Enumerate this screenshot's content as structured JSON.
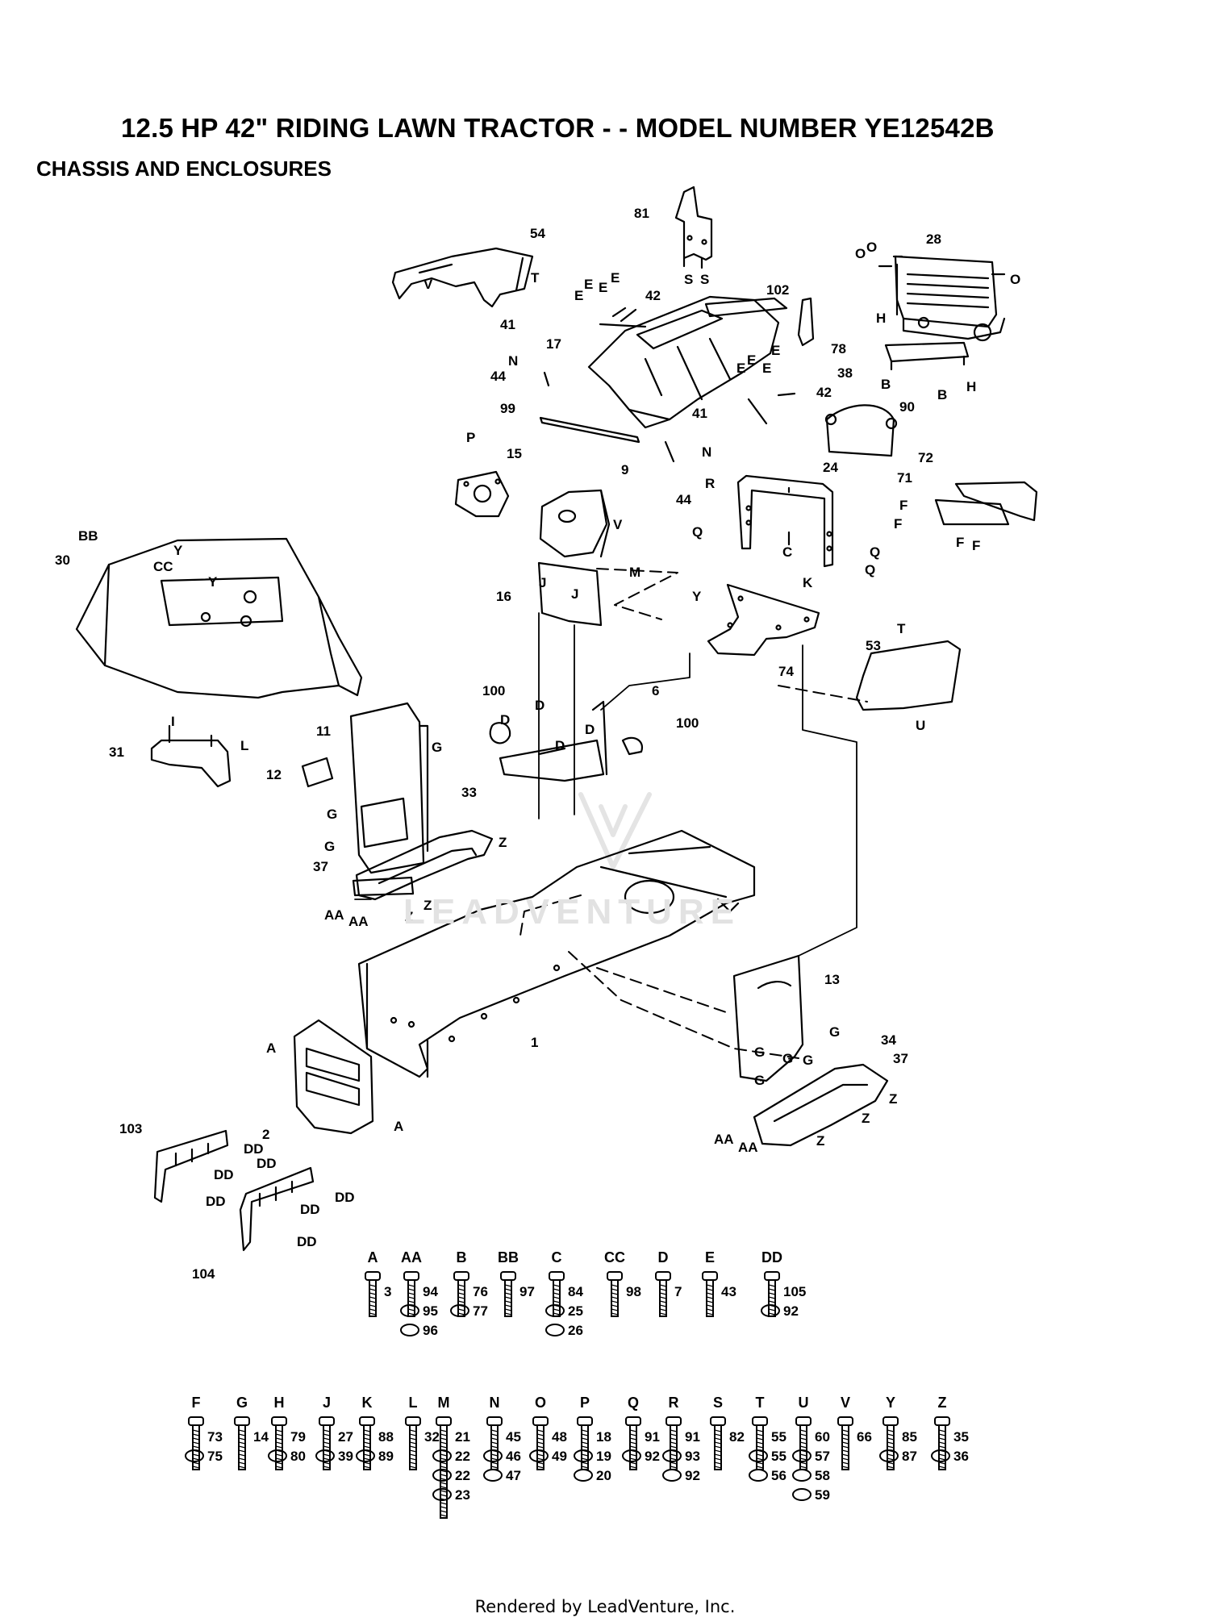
{
  "title": "12.5 HP 42\" RIDING LAWN TRACTOR - - MODEL NUMBER  YE12542B",
  "subtitle": "CHASSIS AND ENCLOSURES",
  "footer": "Rendered by LeadVenture, Inc.",
  "watermark": "LEADVENTURE",
  "callouts": [
    "54",
    "81",
    "28",
    "102",
    "42",
    "41",
    "17",
    "44",
    "78",
    "38",
    "99",
    "90",
    "15",
    "9",
    "24",
    "72",
    "71",
    "BB",
    "30",
    "CC",
    "16",
    "74",
    "53",
    "100",
    "6",
    "31",
    "11",
    "12",
    "33",
    "37",
    "AA",
    "13",
    "34",
    "1",
    "103",
    "2",
    "104"
  ],
  "reference_letters": [
    "V",
    "T",
    "S",
    "E",
    "N",
    "O",
    "H",
    "B",
    "P",
    "R",
    "Q",
    "C",
    "F",
    "Y",
    "M",
    "K",
    "J",
    "D",
    "U",
    "L",
    "G",
    "Z",
    "I",
    "A",
    "DD"
  ],
  "hardware_row1": [
    {
      "letter": "A",
      "parts": [
        "3"
      ]
    },
    {
      "letter": "AA",
      "parts": [
        "94",
        "95",
        "96"
      ]
    },
    {
      "letter": "B",
      "parts": [
        "76",
        "77"
      ]
    },
    {
      "letter": "BB",
      "parts": [
        "97"
      ]
    },
    {
      "letter": "C",
      "parts": [
        "84",
        "25",
        "26"
      ]
    },
    {
      "letter": "CC",
      "parts": [
        "98"
      ]
    },
    {
      "letter": "D",
      "parts": [
        "7"
      ]
    },
    {
      "letter": "E",
      "parts": [
        "43"
      ]
    },
    {
      "letter": "DD",
      "parts": [
        "105",
        "92"
      ]
    }
  ],
  "hardware_row2": [
    {
      "letter": "F",
      "parts": [
        "73",
        "75"
      ]
    },
    {
      "letter": "G",
      "parts": [
        "14"
      ]
    },
    {
      "letter": "H",
      "parts": [
        "79",
        "80"
      ]
    },
    {
      "letter": "J",
      "parts": [
        "27",
        "39"
      ]
    },
    {
      "letter": "K",
      "parts": [
        "88",
        "89"
      ]
    },
    {
      "letter": "L",
      "parts": [
        "32"
      ]
    },
    {
      "letter": "M",
      "parts": [
        "21",
        "22",
        "22",
        "23"
      ]
    },
    {
      "letter": "N",
      "parts": [
        "45",
        "46",
        "47"
      ]
    },
    {
      "letter": "O",
      "parts": [
        "48",
        "49"
      ]
    },
    {
      "letter": "P",
      "parts": [
        "18",
        "19",
        "20"
      ]
    },
    {
      "letter": "Q",
      "parts": [
        "91",
        "92"
      ]
    },
    {
      "letter": "R",
      "parts": [
        "91",
        "93",
        "92"
      ]
    },
    {
      "letter": "S",
      "parts": [
        "82"
      ]
    },
    {
      "letter": "T",
      "parts": [
        "55",
        "55",
        "56"
      ]
    },
    {
      "letter": "U",
      "parts": [
        "60",
        "57",
        "58",
        "59"
      ]
    },
    {
      "letter": "V",
      "parts": [
        "66"
      ]
    },
    {
      "letter": "Y",
      "parts": [
        "85",
        "87"
      ]
    },
    {
      "letter": "Z",
      "parts": [
        "35",
        "36"
      ]
    }
  ],
  "colors": {
    "ink": "#000000",
    "paper": "#ffffff",
    "watermark": "#e2e2e2"
  }
}
